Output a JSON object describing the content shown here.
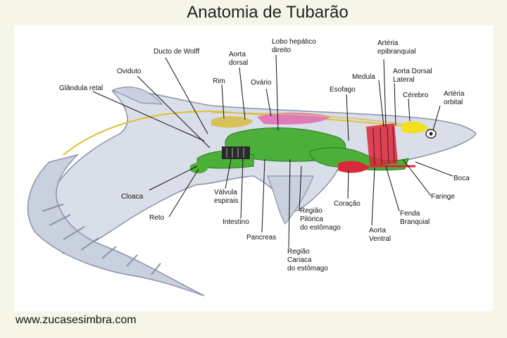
{
  "title": "Anatomia de Tubarão",
  "website": "www.zucasesimbra.com",
  "labels": {
    "ducto_wolff": "Ducto de Wolff",
    "oviduto": "Oviduto",
    "glandula_retal": "Glândula retal",
    "rim": "Rim",
    "aorta_dorsal": [
      "Aorta",
      "dorsal"
    ],
    "ovario": "Ovário",
    "lobo_hepatico": [
      "Lobo hepático",
      "direito"
    ],
    "esofago": "Esofago",
    "medula": "Medula",
    "arteria_epibranquial": [
      "Artéria",
      "epibranquial"
    ],
    "aorta_dorsal_lateral": [
      "Aorta Dorsal",
      "Lateral"
    ],
    "cerebro": "Cérebro",
    "arteria_orbital": [
      "Artéria",
      "orbital"
    ],
    "boca": "Boca",
    "faringe": "Faringe",
    "fenda_branquial": [
      "Fenda",
      "Branquial"
    ],
    "aorta_ventral": [
      "Aorta",
      "Ventral"
    ],
    "coracao": "Coração",
    "regiao_pilorica": [
      "Região",
      "Pilórica",
      "do estômago"
    ],
    "regiao_cariaca": [
      "Região",
      "Cariaca",
      "do estômago"
    ],
    "pancreas": "Pancreas",
    "intestino": "Intestino",
    "valvula_espirais": [
      "Válvula",
      "espirais"
    ],
    "reto": "Reto",
    "cloaca": "Cloaca"
  },
  "colors": {
    "body": "#d9dee8",
    "body_outline": "#8a93a8",
    "digestive": "#4caf3a",
    "kidney": "#d8c05a",
    "ovary": "#e07ab8",
    "heart": "#d8283a",
    "brain": "#f0e020",
    "spinal_cord": "#e0c030"
  }
}
